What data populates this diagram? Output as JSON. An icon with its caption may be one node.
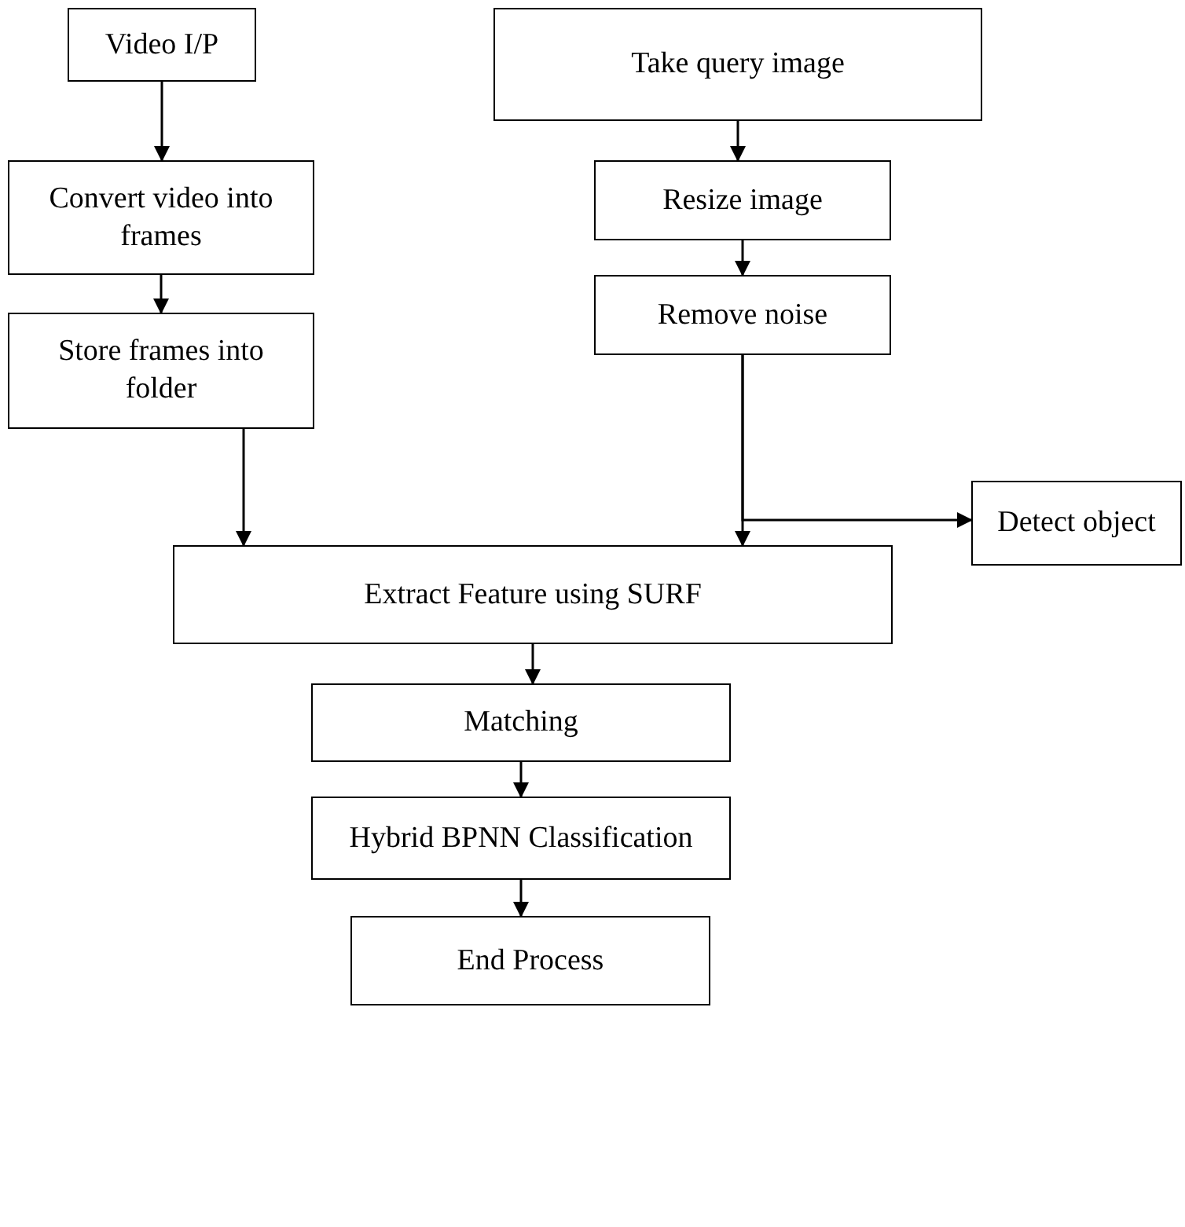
{
  "diagram": {
    "nodes": [
      {
        "text": [
          "Video I/P"
        ]
      },
      {
        "text": [
          "Take query image"
        ]
      },
      {
        "text": [
          "Convert video into frames"
        ]
      },
      {
        "text": [
          "Resize image"
        ]
      },
      {
        "text": [
          "Store frames into folder"
        ]
      },
      {
        "text": [
          "Remove noise"
        ]
      },
      {
        "text": [
          "Detect object"
        ]
      },
      {
        "text": [
          "Extract Feature using SURF"
        ]
      },
      {
        "text": [
          "Matching"
        ]
      },
      {
        "text": [
          "Hybrid BPNN Classification"
        ]
      },
      {
        "text": [
          "End Process"
        ]
      }
    ],
    "edges": [
      {
        "from": 0,
        "to": 2,
        "arrow": "to"
      },
      {
        "from": 2,
        "to": 4,
        "arrow": "to"
      },
      {
        "from": 4,
        "to": 7,
        "arrow": "to"
      },
      {
        "from": 1,
        "to": 3,
        "arrow": "to"
      },
      {
        "from": 3,
        "to": 5,
        "arrow": "to"
      },
      {
        "from": 5,
        "to": 7,
        "arrow": "to"
      },
      {
        "from": 5,
        "to": 6,
        "arrow": "to"
      },
      {
        "from": 7,
        "to": 8,
        "arrow": "to"
      },
      {
        "from": 8,
        "to": 9,
        "arrow": "to"
      },
      {
        "from": 9,
        "to": 10,
        "arrow": "to"
      }
    ]
  }
}
